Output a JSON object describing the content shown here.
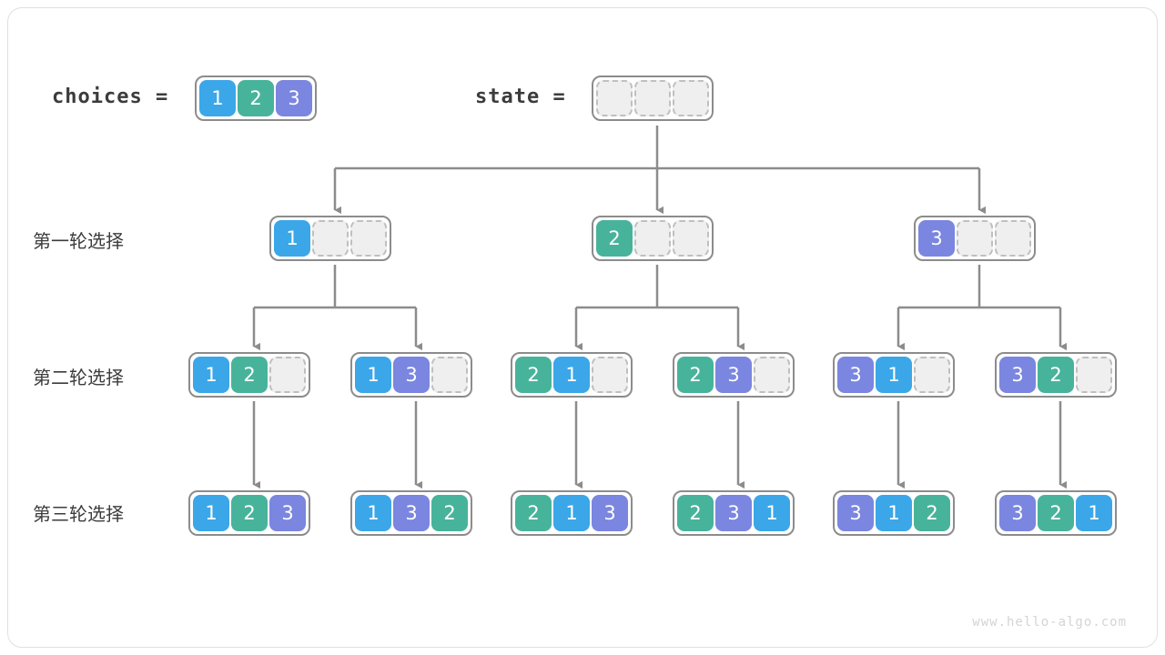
{
  "header": {
    "choices_label": "choices =",
    "choices_cells": [
      "1",
      "2",
      "3"
    ],
    "state_label": "state =",
    "state_cells": [
      "",
      "",
      ""
    ]
  },
  "rows": [
    {
      "label": "第一轮选择"
    },
    {
      "label": "第二轮选择"
    },
    {
      "label": "第三轮选择"
    }
  ],
  "level1": [
    {
      "cells": [
        "1",
        "",
        ""
      ]
    },
    {
      "cells": [
        "2",
        "",
        ""
      ]
    },
    {
      "cells": [
        "3",
        "",
        ""
      ]
    }
  ],
  "level2": [
    {
      "cells": [
        "1",
        "2",
        ""
      ]
    },
    {
      "cells": [
        "1",
        "3",
        ""
      ]
    },
    {
      "cells": [
        "2",
        "1",
        ""
      ]
    },
    {
      "cells": [
        "2",
        "3",
        ""
      ]
    },
    {
      "cells": [
        "3",
        "1",
        ""
      ]
    },
    {
      "cells": [
        "3",
        "2",
        ""
      ]
    }
  ],
  "level3": [
    {
      "cells": [
        "1",
        "2",
        "3"
      ]
    },
    {
      "cells": [
        "1",
        "3",
        "2"
      ]
    },
    {
      "cells": [
        "2",
        "1",
        "3"
      ]
    },
    {
      "cells": [
        "2",
        "3",
        "1"
      ]
    },
    {
      "cells": [
        "3",
        "1",
        "2"
      ]
    },
    {
      "cells": [
        "3",
        "2",
        "1"
      ]
    }
  ],
  "colors": {
    "value_1": "#3ba7e8",
    "value_2": "#48b39b",
    "value_3": "#7a86df",
    "empty_cell": "#efefef",
    "border": "#8c8c8c",
    "wire": "#8c8c8c",
    "text": "#3c3c3c"
  },
  "watermark": "www.hello-algo.com"
}
